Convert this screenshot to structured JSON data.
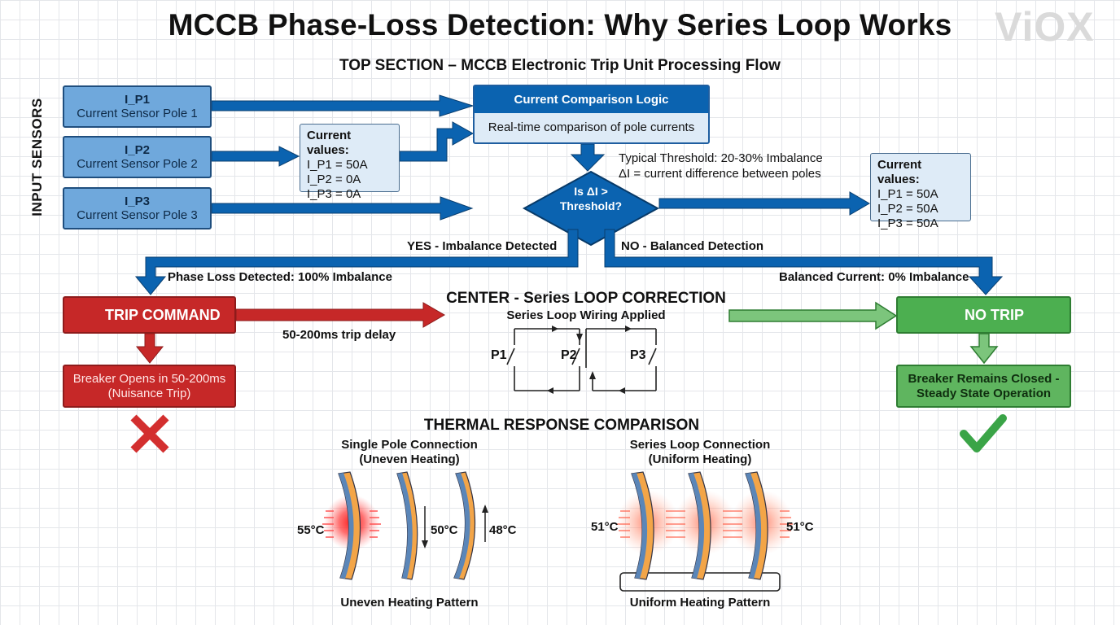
{
  "title": "MCCB Phase-Loss Detection: Why Series Loop Works",
  "logo_text": "ViOX",
  "top_section_label": "TOP SECTION – MCCB Electronic Trip Unit Processing Flow",
  "input_sensors_label": "INPUT SENSORS",
  "sensors": [
    {
      "name": "I_P1",
      "label": "Current Sensor Pole 1"
    },
    {
      "name": "I_P2",
      "label": "Current Sensor Pole 2"
    },
    {
      "name": "I_P3",
      "label": "Current Sensor Pole 3"
    }
  ],
  "current_values_left": {
    "heading": "Current values:",
    "lines": [
      "I_P1 = 50A",
      "I_P2 = 0A",
      "I_P3 = 0A"
    ]
  },
  "current_values_right": {
    "heading": "Current values:",
    "lines": [
      "I_P1 = 50A",
      "I_P2 = 50A",
      "I_P3 = 50A"
    ]
  },
  "comparison_logic": {
    "title": "Current Comparison Logic",
    "body": "Real-time comparison of pole currents"
  },
  "threshold_note": [
    "Typical Threshold: 20-30% Imbalance",
    "ΔI = current difference between poles"
  ],
  "decision": {
    "line1": "Is ΔI >",
    "line2": "Threshold?"
  },
  "yes_label": "YES - Imbalance Detected",
  "no_label": "NO - Balanced Detection",
  "phase_loss_label": "Phase Loss Detected: 100% Imbalance",
  "balanced_label": "Balanced Current: 0% Imbalance",
  "trip_command": "TRIP COMMAND",
  "trip_delay": "50-200ms trip delay",
  "trip_result": [
    "Breaker Opens in 50-200ms",
    "(Nuisance Trip)"
  ],
  "no_trip": "NO TRIP",
  "no_trip_result": [
    "Breaker Remains Closed -",
    "Steady State Operation"
  ],
  "center_title": "CENTER - Series LOOP CORRECTION",
  "center_subtitle": "Series Loop Wiring Applied",
  "poles": [
    "P1",
    "P2",
    "P3"
  ],
  "thermal_title": "THERMAL RESPONSE COMPARISON",
  "single_pole": {
    "title": [
      "Single Pole Connection",
      "(Uneven Heating)"
    ],
    "temps": [
      "55°C",
      "50°C",
      "48°C"
    ],
    "caption": "Uneven Heating Pattern"
  },
  "series_loop": {
    "title": [
      "Series Loop Connection",
      "(Uniform Heating)"
    ],
    "temps": [
      "51°C",
      "51°C"
    ],
    "caption": "Uniform Heating Pattern"
  },
  "colors": {
    "blue": "#0b63b0",
    "red": "#c62828",
    "green": "#4caf50",
    "sensor": "#6fa8dc"
  }
}
